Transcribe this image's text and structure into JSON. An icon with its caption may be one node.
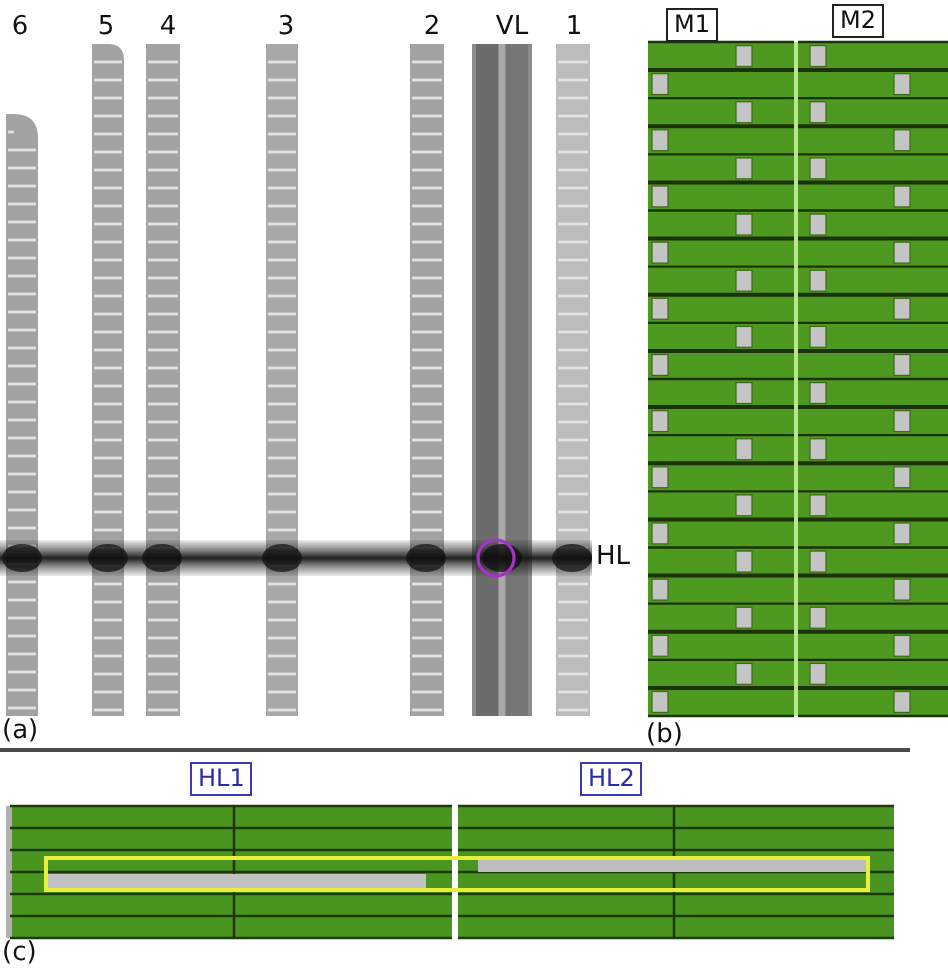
{
  "diagram": {
    "nodes": [
      {
        "text": [
          "M1"
        ]
      },
      {
        "text": [
          "M2"
        ]
      },
      {
        "text": [
          "HL1"
        ]
      },
      {
        "text": [
          "HL2"
        ]
      }
    ],
    "labels": [
      "6",
      "5",
      "4",
      "3",
      "2",
      "VL",
      "1",
      "HL",
      "(a)",
      "(b)",
      "(c)"
    ]
  }
}
